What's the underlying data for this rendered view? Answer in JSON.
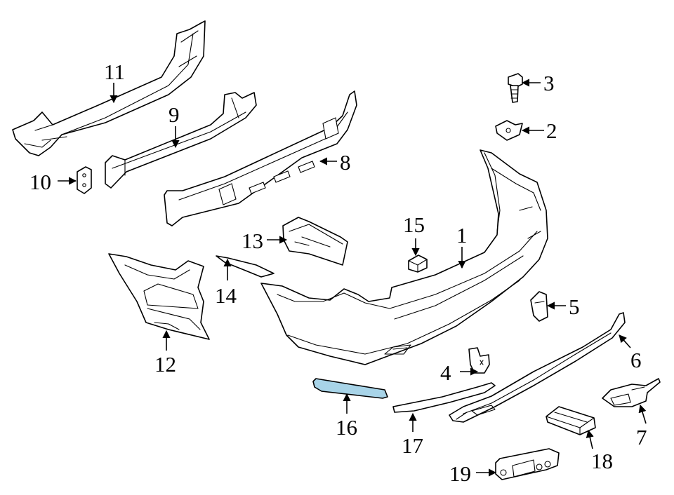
{
  "diagram": {
    "highlight_color": "#a8d4e8",
    "callouts": {
      "c1": "1",
      "c2": "2",
      "c3": "3",
      "c4": "4",
      "c5": "5",
      "c6": "6",
      "c7": "7",
      "c8": "8",
      "c9": "9",
      "c10": "10",
      "c11": "11",
      "c12": "12",
      "c13": "13",
      "c14": "14",
      "c15": "15",
      "c16": "16",
      "c17": "17",
      "c18": "18",
      "c19": "19"
    }
  }
}
